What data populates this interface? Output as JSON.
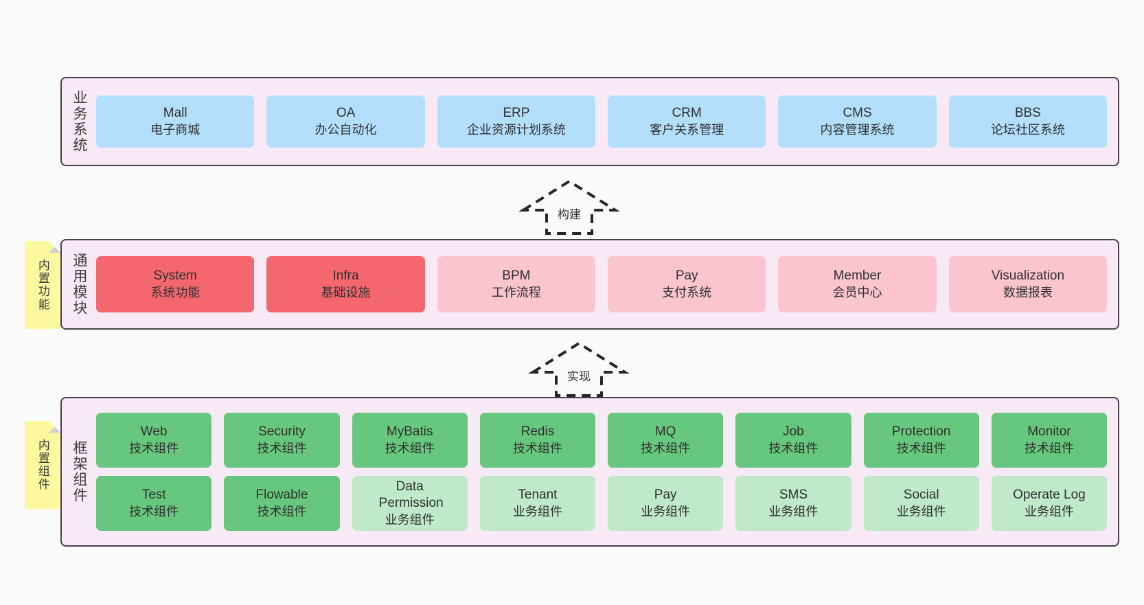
{
  "diagram": {
    "background_color": "#fafafa",
    "layer_fill": "#f7eaf6",
    "layer_border": "#4a3f4d",
    "note_color": "#fbf8a0",
    "fold_color": "#cfcfcf"
  },
  "layers": [
    {
      "id": "business-systems",
      "label": "业务系统",
      "cell_color": "#b3dffc",
      "rows": [
        [
          {
            "title": "Mall",
            "subtitle": "电子商城"
          },
          {
            "title": "OA",
            "subtitle": "办公自动化"
          },
          {
            "title": "ERP",
            "subtitle": "企业资源计划系统"
          },
          {
            "title": "CRM",
            "subtitle": "客户关系管理"
          },
          {
            "title": "CMS",
            "subtitle": "内容管理系统"
          },
          {
            "title": "BBS",
            "subtitle": "论坛社区系统"
          }
        ]
      ]
    },
    {
      "id": "common-modules",
      "label": "通用模块",
      "note": "内置功能",
      "rows": [
        [
          {
            "title": "System",
            "subtitle": "系统功能",
            "color": "#f4676f",
            "style": "red"
          },
          {
            "title": "Infra",
            "subtitle": "基础设施",
            "color": "#f4676f",
            "style": "red"
          },
          {
            "title": "BPM",
            "subtitle": "工作流程",
            "color": "#fac5ce",
            "style": "pink"
          },
          {
            "title": "Pay",
            "subtitle": "支付系统",
            "color": "#fac5ce",
            "style": "pink"
          },
          {
            "title": "Member",
            "subtitle": "会员中心",
            "color": "#fac5ce",
            "style": "pink"
          },
          {
            "title": "Visualization",
            "subtitle": "数据报表",
            "color": "#fac5ce",
            "style": "pink"
          }
        ]
      ]
    },
    {
      "id": "framework-components",
      "label": "框架组件",
      "note": "内置组件",
      "rows": [
        [
          {
            "title": "Web",
            "subtitle": "技术组件",
            "color": "#68c77f",
            "style": "green"
          },
          {
            "title": "Security",
            "subtitle": "技术组件",
            "color": "#68c77f",
            "style": "green"
          },
          {
            "title": "MyBatis",
            "subtitle": "技术组件",
            "color": "#68c77f",
            "style": "green"
          },
          {
            "title": "Redis",
            "subtitle": "技术组件",
            "color": "#68c77f",
            "style": "green"
          },
          {
            "title": "MQ",
            "subtitle": "技术组件",
            "color": "#68c77f",
            "style": "green"
          },
          {
            "title": "Job",
            "subtitle": "技术组件",
            "color": "#68c77f",
            "style": "green"
          },
          {
            "title": "Protection",
            "subtitle": "技术组件",
            "color": "#68c77f",
            "style": "green"
          },
          {
            "title": "Monitor",
            "subtitle": "技术组件",
            "color": "#68c77f",
            "style": "green"
          }
        ],
        [
          {
            "title": "Test",
            "subtitle": "技术组件",
            "color": "#68c77f",
            "style": "green"
          },
          {
            "title": "Flowable",
            "subtitle": "技术组件",
            "color": "#68c77f",
            "style": "green"
          },
          {
            "title": "Data Permission",
            "subtitle": "业务组件",
            "color": "#bfe9c8",
            "style": "lgreen"
          },
          {
            "title": "Tenant",
            "subtitle": "业务组件",
            "color": "#bfe9c8",
            "style": "lgreen"
          },
          {
            "title": "Pay",
            "subtitle": "业务组件",
            "color": "#bfe9c8",
            "style": "lgreen"
          },
          {
            "title": "SMS",
            "subtitle": "业务组件",
            "color": "#bfe9c8",
            "style": "lgreen"
          },
          {
            "title": "Social",
            "subtitle": "业务组件",
            "color": "#bfe9c8",
            "style": "lgreen"
          },
          {
            "title": "Operate Log",
            "subtitle": "业务组件",
            "color": "#bfe9c8",
            "style": "lgreen"
          }
        ]
      ]
    }
  ],
  "arrows": [
    {
      "id": "build-arrow",
      "label": "构建",
      "from": "common-modules",
      "to": "business-systems"
    },
    {
      "id": "implement-arrow",
      "label": "实现",
      "from": "framework-components",
      "to": "common-modules"
    }
  ]
}
